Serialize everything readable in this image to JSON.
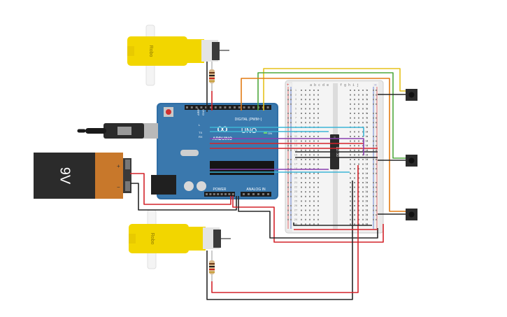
{
  "battery": {
    "label": "9V",
    "plus": "+",
    "minus": "−"
  },
  "motor_top": {
    "brand": "Robo"
  },
  "motor_bottom": {
    "brand": "Robo"
  },
  "arduino": {
    "logo": "∞",
    "brand": "ARDUINO",
    "model": "UNO",
    "digital_label": "DIGITAL (PWM~)",
    "power_label": "POWER",
    "analog_label": "ANALOG IN",
    "on_label": "ON",
    "tx_label": "TX",
    "rx_label": "RX",
    "l_label": "L",
    "aref_label": "AREF",
    "gnd_label": "GND"
  },
  "driver_chip": {
    "label": "L293D"
  },
  "breadboard": {
    "columns_left": "a b c d e",
    "columns_right": "f g h i j",
    "plus": "+",
    "minus": "−",
    "row_numbers": [
      "1",
      "2",
      "3",
      "4",
      "5",
      "6",
      "7",
      "8",
      "9",
      "10",
      "11",
      "12",
      "13",
      "14",
      "15",
      "16",
      "17",
      "18",
      "19",
      "20",
      "21",
      "22",
      "23",
      "24",
      "25",
      "26",
      "27",
      "28",
      "29",
      "30"
    ]
  },
  "colors": {
    "wire_red": "#d4232a",
    "wire_black": "#262626",
    "wire_orange": "#e37b14",
    "wire_green": "#4fa83d",
    "wire_yellow": "#e6c21c",
    "wire_blue": "#3db5d6",
    "wire_purple": "#8a3fb0",
    "arduino_board": "#2f6ea5",
    "motor_yellow": "#f2d600"
  }
}
